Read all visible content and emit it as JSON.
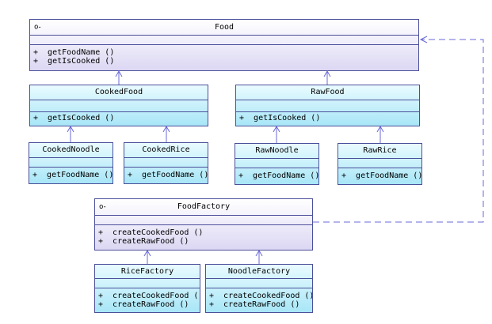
{
  "classes": {
    "food": {
      "name": "Food",
      "stereotype": "o-",
      "operations": [
        "+  getFoodName ()",
        "+  getIsCooked ()"
      ]
    },
    "cooked_food": {
      "name": "CookedFood",
      "operations": [
        "+  getIsCooked ()"
      ]
    },
    "raw_food": {
      "name": "RawFood",
      "operations": [
        "+  getIsCooked ()"
      ]
    },
    "cooked_noodle": {
      "name": "CookedNoodle",
      "operations": [
        "+  getFoodName ()"
      ]
    },
    "cooked_rice": {
      "name": "CookedRice",
      "operations": [
        "+  getFoodName ()"
      ]
    },
    "raw_noodle": {
      "name": "RawNoodle",
      "operations": [
        "+  getFoodName ()"
      ]
    },
    "raw_rice": {
      "name": "RawRice",
      "operations": [
        "+  getFoodName ()"
      ]
    },
    "food_factory": {
      "name": "FoodFactory",
      "stereotype": "o-",
      "operations": [
        "+  createCookedFood ()",
        "+  createRawFood ()"
      ]
    },
    "rice_factory": {
      "name": "RiceFactory",
      "operations": [
        "+  createCookedFood ()",
        "+  createRawFood ()"
      ]
    },
    "noodle_factory": {
      "name": "NoodleFactory",
      "operations": [
        "+  createCookedFood ()",
        "+  createRawFood ()"
      ]
    }
  },
  "colors": {
    "border": "#4b4f9a",
    "interface_fill": "#dcd7f3",
    "class_fill": "#a8e6f7",
    "line": "#6a6ad8"
  }
}
